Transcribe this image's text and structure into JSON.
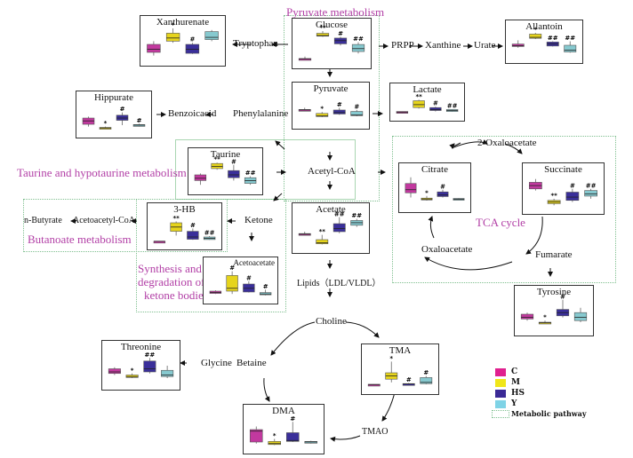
{
  "groups": [
    {
      "id": "C",
      "label": "C",
      "color": "#c2399f"
    },
    {
      "id": "M",
      "label": "M",
      "color": "#e6d41c"
    },
    {
      "id": "HS",
      "label": "HS",
      "color": "#3a2f9a"
    },
    {
      "id": "Y",
      "label": "Y",
      "color": "#86c9cf"
    }
  ],
  "legend": {
    "pathway_label": "Metabolic pathway"
  },
  "pathway_labels": {
    "pyruvate": "Pyruvate metabolism",
    "taurine": "Taurine and hypotaurine metabolism",
    "butanoate": "Butanoate metabolism",
    "ketone_l1": "Synthesis and",
    "ketone_l2": "degradation of",
    "ketone_l3": "ketone bodies",
    "tca": "TCA cycle"
  },
  "nodes": {
    "tryptophan": "Tryptophan",
    "prpp": "PRPP",
    "xanthine": "Xanthine",
    "urate": "Urate",
    "benzoicacid": "Benzoicacid",
    "phenylalanine": "Phenylalanine",
    "acetylcoa": "Acetyl-CoA",
    "ketone": "Ketone",
    "butyrate": "n-Butyrate",
    "acetoacetylcoa": "Acetoacetyl-CoA",
    "lipids": "Lipids（LDL/VLDL）",
    "choline": "Choline",
    "betaine": "Betaine",
    "glycine": "Glycine",
    "tmao": "TMAO",
    "oxaloacetate2": "2-Oxaloacetate",
    "oxaloacetate": "Oxaloacetate",
    "fumarate": "Fumarate"
  },
  "chart_data": {
    "type": "box",
    "groups": [
      "C",
      "M",
      "HS",
      "Y"
    ],
    "note": "Relative box plots (normalized 0-1 scale, estimated); significance marks shown above boxes",
    "metabolites": [
      {
        "name": "Xanthurenate",
        "boxes": [
          [
            0.15,
            0.25,
            0.35,
            0.5,
            0.6
          ],
          [
            0.55,
            0.6,
            0.7,
            0.85,
            1.0
          ],
          [
            0.2,
            0.22,
            0.35,
            0.5,
            0.55
          ],
          [
            0.6,
            0.65,
            0.72,
            0.9,
            0.95
          ]
        ],
        "marks": [
          "",
          "*",
          "#",
          ""
        ]
      },
      {
        "name": "Glucose",
        "boxes": [
          [
            0.12,
            0.12,
            0.13,
            0.14,
            0.2
          ],
          [
            0.82,
            0.84,
            0.86,
            0.93,
            1.0
          ],
          [
            0.55,
            0.6,
            0.7,
            0.78,
            0.82
          ],
          [
            0.3,
            0.36,
            0.45,
            0.58,
            0.65
          ]
        ],
        "marks": [
          "",
          "**",
          "#",
          "##"
        ]
      },
      {
        "name": "Allantoin",
        "boxes": [
          [
            0.4,
            0.45,
            0.48,
            0.55,
            0.7
          ],
          [
            0.75,
            0.78,
            0.82,
            0.95,
            1.0
          ],
          [
            0.45,
            0.47,
            0.55,
            0.63,
            0.66
          ],
          [
            0.2,
            0.23,
            0.3,
            0.5,
            0.66
          ]
        ],
        "marks": [
          "",
          "*",
          "##",
          "##"
        ]
      },
      {
        "name": "Pyruvate",
        "boxes": [
          [
            0.45,
            0.46,
            0.47,
            0.49,
            0.55
          ],
          [
            0.22,
            0.24,
            0.27,
            0.35,
            0.4
          ],
          [
            0.3,
            0.33,
            0.38,
            0.47,
            0.55
          ],
          [
            0.25,
            0.27,
            0.3,
            0.42,
            0.47
          ]
        ],
        "marks": [
          "",
          "*",
          "#",
          "#"
        ]
      },
      {
        "name": "Lactate",
        "boxes": [
          [
            0.1,
            0.12,
            0.15,
            0.2,
            0.2
          ],
          [
            0.35,
            0.4,
            0.55,
            0.75,
            0.8
          ],
          [
            0.2,
            0.25,
            0.3,
            0.4,
            0.45
          ],
          [
            0.18,
            0.2,
            0.25,
            0.3,
            0.32
          ]
        ],
        "marks": [
          "",
          "**",
          "#",
          "##"
        ]
      },
      {
        "name": "Hippurate",
        "boxes": [
          [
            0.2,
            0.28,
            0.4,
            0.5,
            0.55
          ],
          [
            0.13,
            0.14,
            0.15,
            0.17,
            0.2
          ],
          [
            0.25,
            0.42,
            0.5,
            0.6,
            0.7
          ],
          [
            0.2,
            0.22,
            0.25,
            0.27,
            0.3
          ]
        ],
        "marks": [
          "",
          "*",
          "#",
          "#"
        ]
      },
      {
        "name": "Taurine",
        "boxes": [
          [
            0.15,
            0.3,
            0.38,
            0.5,
            0.55
          ],
          [
            0.68,
            0.72,
            0.8,
            0.9,
            0.93
          ],
          [
            0.3,
            0.4,
            0.5,
            0.65,
            0.85
          ],
          [
            0.15,
            0.2,
            0.3,
            0.4,
            0.45
          ]
        ],
        "marks": [
          "",
          "**",
          "#",
          "##"
        ]
      },
      {
        "name": "3-HB",
        "boxes": [
          [
            0.1,
            0.1,
            0.1,
            0.1,
            0.1
          ],
          [
            0.3,
            0.45,
            0.6,
            0.75,
            0.8
          ],
          [
            0.15,
            0.17,
            0.25,
            0.45,
            0.55
          ],
          [
            0.15,
            0.16,
            0.2,
            0.25,
            0.28
          ]
        ],
        "marks": [
          "",
          "**",
          "#",
          "##"
        ]
      },
      {
        "name": "Acetate",
        "boxes": [
          [
            0.4,
            0.4,
            0.42,
            0.44,
            0.5
          ],
          [
            0.1,
            0.12,
            0.15,
            0.25,
            0.4
          ],
          [
            0.45,
            0.5,
            0.6,
            0.75,
            0.95
          ],
          [
            0.65,
            0.7,
            0.78,
            0.85,
            0.9
          ]
        ],
        "marks": [
          "",
          "**",
          "##",
          "##"
        ]
      },
      {
        "name": "Acetoacetate",
        "boxes": [
          [
            0.15,
            0.17,
            0.2,
            0.25,
            0.28
          ],
          [
            0.15,
            0.25,
            0.35,
            0.8,
            0.95
          ],
          [
            0.2,
            0.22,
            0.35,
            0.5,
            0.6
          ],
          [
            0.1,
            0.12,
            0.15,
            0.2,
            0.3
          ]
        ],
        "marks": [
          "",
          "#",
          "#",
          "#"
        ]
      },
      {
        "name": "Citrate",
        "boxes": [
          [
            0.3,
            0.45,
            0.55,
            0.75,
            0.95
          ],
          [
            0.2,
            0.22,
            0.25,
            0.28,
            0.35
          ],
          [
            0.3,
            0.33,
            0.38,
            0.48,
            0.55
          ],
          [
            0.22,
            0.23,
            0.24,
            0.27,
            0.28
          ]
        ],
        "marks": [
          "",
          "*",
          "#",
          ""
        ]
      },
      {
        "name": "Succinate",
        "boxes": [
          [
            0.55,
            0.6,
            0.7,
            0.8,
            0.9
          ],
          [
            0.1,
            0.15,
            0.2,
            0.25,
            0.3
          ],
          [
            0.2,
            0.25,
            0.35,
            0.5,
            0.6
          ],
          [
            0.3,
            0.38,
            0.45,
            0.55,
            0.6
          ]
        ],
        "marks": [
          "",
          "**",
          "#",
          "##"
        ]
      },
      {
        "name": "Tyrosine",
        "boxes": [
          [
            0.3,
            0.35,
            0.4,
            0.5,
            0.55
          ],
          [
            0.2,
            0.22,
            0.23,
            0.25,
            0.3
          ],
          [
            0.4,
            0.45,
            0.55,
            0.65,
            0.95
          ],
          [
            0.25,
            0.3,
            0.4,
            0.55,
            0.7
          ]
        ],
        "marks": [
          "",
          "*",
          "#",
          ""
        ]
      },
      {
        "name": "Threonine",
        "boxes": [
          [
            0.3,
            0.35,
            0.4,
            0.5,
            0.55
          ],
          [
            0.2,
            0.22,
            0.25,
            0.3,
            0.35
          ],
          [
            0.35,
            0.4,
            0.5,
            0.75,
            0.85
          ],
          [
            0.2,
            0.25,
            0.3,
            0.45,
            0.6
          ]
        ],
        "marks": [
          "",
          "*",
          "##",
          ""
        ]
      },
      {
        "name": "TMA",
        "boxes": [
          [
            0.12,
            0.12,
            0.13,
            0.14,
            0.14
          ],
          [
            0.2,
            0.3,
            0.4,
            0.5,
            0.85
          ],
          [
            0.12,
            0.13,
            0.15,
            0.16,
            0.18
          ],
          [
            0.14,
            0.16,
            0.2,
            0.35,
            0.4
          ]
        ],
        "marks": [
          "",
          "*",
          "#",
          "#"
        ]
      },
      {
        "name": "DMA",
        "boxes": [
          [
            0.15,
            0.2,
            0.55,
            0.6,
            0.7
          ],
          [
            0.1,
            0.12,
            0.15,
            0.22,
            0.3
          ],
          [
            0.2,
            0.22,
            0.25,
            0.5,
            0.85
          ],
          [
            0.15,
            0.17,
            0.2,
            0.22,
            0.24
          ]
        ],
        "marks": [
          "",
          "*",
          "#",
          ""
        ]
      }
    ]
  }
}
